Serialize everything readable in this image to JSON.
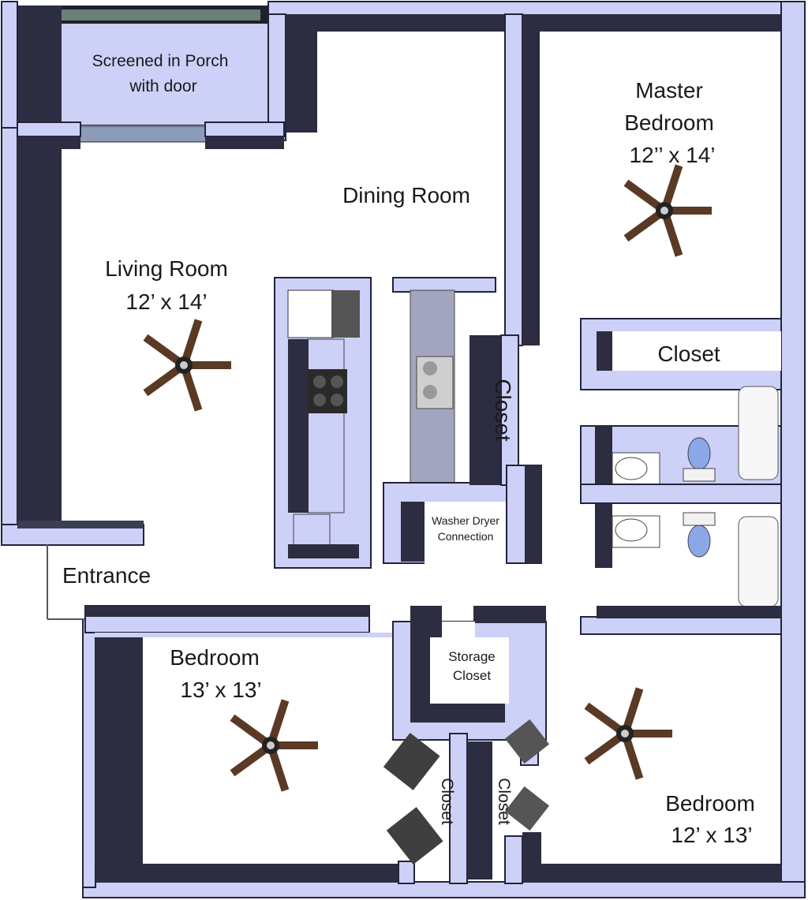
{
  "rooms": {
    "porch": {
      "line1": "Screened in Porch",
      "line2": "with door"
    },
    "dining": {
      "name": "Dining Room"
    },
    "living": {
      "name": "Living Room",
      "size": "12’ x 14’"
    },
    "master": {
      "line1": "Master",
      "line2": "Bedroom",
      "size": "12’’ x 14’"
    },
    "master_closet": {
      "name": "Closet"
    },
    "hall_closet": {
      "name": "Closet"
    },
    "washer": {
      "line1": "Washer Dryer",
      "line2": "Connection"
    },
    "entrance": {
      "name": "Entrance"
    },
    "bedroom_left": {
      "name": "Bedroom",
      "size": "13’ x 13’"
    },
    "storage": {
      "line1": "Storage",
      "line2": "Closet"
    },
    "closet_left": {
      "name": "Closet"
    },
    "closet_right": {
      "name": "Closet"
    },
    "bedroom_right": {
      "name": "Bedroom",
      "size": "12’ x 13’"
    }
  },
  "colors": {
    "wall_fill": "#cdd0f7",
    "wall_shadow": "#3b3d52",
    "floor": "#ffffff",
    "fan_blade": "#5a3a25"
  }
}
